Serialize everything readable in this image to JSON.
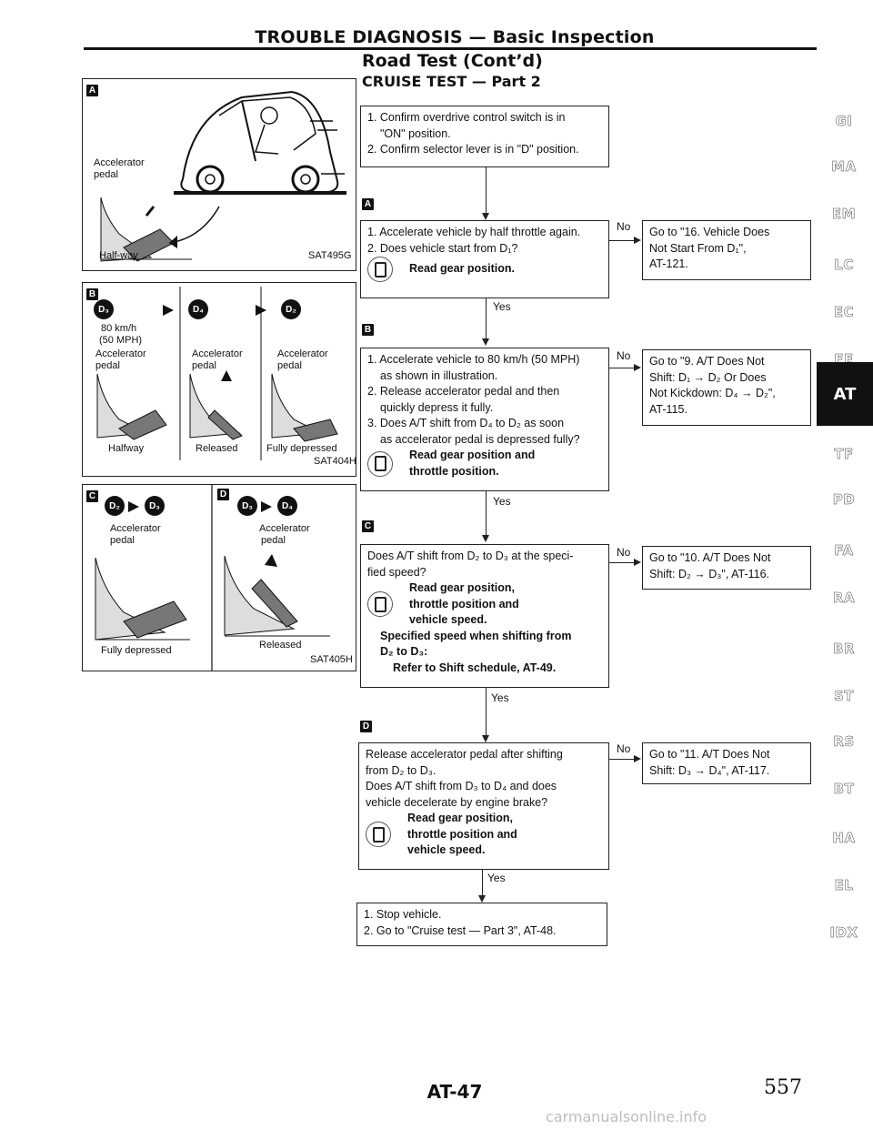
{
  "header": {
    "title": "TROUBLE DIAGNOSIS — Basic Inspection",
    "subtitle": "Road Test (Cont’d)",
    "section": "CRUISE TEST — Part 2"
  },
  "flowchart": {
    "start_box": [
      "1. Confirm overdrive control switch is in",
      "\"ON\" position.",
      "2. Confirm selector lever is in \"D\" position."
    ],
    "step_a": {
      "badge": "A",
      "lines": [
        "1. Accelerate vehicle by half throttle again.",
        "2. Does vehicle start from D₁?"
      ],
      "check": "Read gear position.",
      "no_label": "No",
      "yes_label": "Yes",
      "no_box": [
        "Go to \"16. Vehicle Does",
        "Not Start From D₁\",",
        "AT-121."
      ]
    },
    "step_b": {
      "badge": "B",
      "lines": [
        "1. Accelerate vehicle to 80 km/h (50 MPH)",
        "as shown in illustration.",
        "2. Release accelerator pedal and then",
        "quickly depress it fully.",
        "3. Does A/T shift from D₄ to D₂ as soon",
        "as accelerator pedal is depressed fully?"
      ],
      "check": [
        "Read gear position and",
        "throttle position."
      ],
      "no_label": "No",
      "yes_label": "Yes",
      "no_box": [
        "Go to \"9. A/T Does Not",
        "Shift: D₁ → D₂ Or Does",
        "Not Kickdown: D₄ → D₂\",",
        "AT-115."
      ]
    },
    "step_c": {
      "badge": "C",
      "lines": [
        "Does A/T shift from D₂ to D₃ at the speci-",
        "fied speed?"
      ],
      "check": [
        "Read gear position,",
        "throttle position and",
        "vehicle speed."
      ],
      "spec": [
        "Specified speed when shifting from",
        "D₂ to D₃:",
        "Refer to Shift schedule, AT-49."
      ],
      "no_label": "No",
      "yes_label": "Yes",
      "no_box": [
        "Go to \"10. A/T Does Not",
        "Shift: D₂ → D₃\", AT-116."
      ]
    },
    "step_d": {
      "badge": "D",
      "lines": [
        "Release accelerator pedal after shifting",
        "from D₂ to D₃.",
        "Does A/T shift from D₃ to D₄ and does",
        "vehicle decelerate by engine brake?"
      ],
      "check": [
        "Read gear position,",
        "throttle position and",
        "vehicle speed."
      ],
      "no_label": "No",
      "yes_label": "Yes",
      "no_box": [
        "Go to \"11. A/T Does Not",
        "Shift: D₃ → D₄\", AT-117."
      ]
    },
    "end_box": [
      "1. Stop vehicle.",
      "2. Go to \"Cruise test — Part 3\", AT-48."
    ]
  },
  "illustrations": {
    "panel_a": {
      "badge": "A",
      "label_accel": [
        "Accelerator",
        "pedal"
      ],
      "label_half": "Half-way",
      "code": "SAT495G"
    },
    "panel_b": {
      "badge": "B",
      "gears": [
        "D₃",
        "D₄",
        "D₂"
      ],
      "speed": [
        "80 km/h",
        "(50 MPH)"
      ],
      "accel": [
        "Accelerator",
        "pedal"
      ],
      "states": [
        "Halfway",
        "Released",
        "Fully depressed"
      ],
      "code": "SAT404H"
    },
    "panel_c": {
      "badge": "C",
      "gears": [
        "D₂",
        "D₃"
      ],
      "accel": [
        "Accelerator",
        "pedal"
      ],
      "state": "Fully depressed"
    },
    "panel_d": {
      "badge": "D",
      "gears": [
        "D₃",
        "D₄"
      ],
      "accel": [
        "Accelerator",
        "pedal"
      ],
      "state": "Released",
      "code": "SAT405H"
    }
  },
  "sidebar": {
    "codes": [
      "GI",
      "MA",
      "EM",
      "LC",
      "EC",
      "FE",
      "TF",
      "PD",
      "FA",
      "RA",
      "BR",
      "ST",
      "RS",
      "BT",
      "HA",
      "EL",
      "IDX"
    ],
    "active_tab": "AT"
  },
  "footer": {
    "code": "AT-47",
    "page": "557",
    "watermark": "carmanualsonline.info"
  }
}
